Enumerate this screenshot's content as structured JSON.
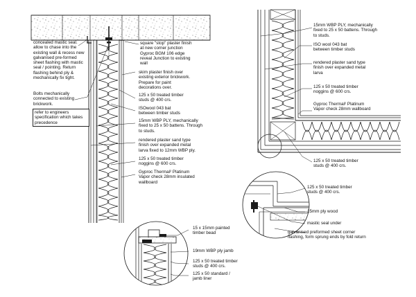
{
  "colors": {
    "line": "#1a1a1a",
    "insulation": "#222222",
    "hatch": "#555555",
    "paper": "#ffffff"
  },
  "notes": {
    "left": [
      "concealed mastic seal.\nallow to chase into the\nexisting wall & recess new\ngalvanised pre-formed\nsheet flashing with mastic\nseal / pointing. Return\nflashing behind ply &\nmechanically fix tight.",
      "Bolts mechanically\nconnected to existing\nbrickwork.",
      "refer to engineers\nspecification which takes\nprecedence"
    ],
    "mid": [
      "square \"stop\" plaster finish\nat new corner junction\nGyproc BGM 106 edge\nreveal Junction to existing\nwall",
      "skim plaster finish over\nexisting exterior brickwork.\nPrepare for paint\ndecorations over.",
      "125 x 50 treated timber\nstuds @ 400 crs.",
      "ISOwool 043 bat\nbetween timber studs",
      "15mm WBP PLY, mechanically\nfixed to 25 x 50 battens. Through\nto studs.",
      "rendered plaster sand type\nfinish over expanded metal\nlarva fixed to 12mm WBP ply.",
      "125 x 50 treated timber\nnoggins @ 600 crs.",
      "Gyproc Thermal² Platinum\nVapor check 28mm insulated\nwallboard"
    ],
    "right": [
      "15mm WBP PLY, mechanically\nfixed to 25 x 50 battens. Through\nto studs.",
      "ISO wool 043 bat\nbetween timber studs",
      "rendered plaster sand type\nfinish over expanded metal\nlarva",
      "125 x 50 treated timber\nnoggins @ 600 crs.",
      "Gyproc Thermal² Platinum\nVapor check 28mm wallboard",
      "125 x 50 treated timber\nstuds @ 400 crs."
    ],
    "corner": [
      "125 x 50 treated timber\nstuds @ 400 crs.",
      "15mm ply wood",
      "mastic seal under",
      "galvanised preformed sheet corner\nflashing, form sprung ends by fold return"
    ],
    "jamb": [
      "15 x 15mm painted\ntimber bead",
      "19mm WBP ply jamb",
      "125 x 50 treated timber\nstuds @ 400 crs.",
      "125 x 50 standard /\njamb liner"
    ]
  }
}
